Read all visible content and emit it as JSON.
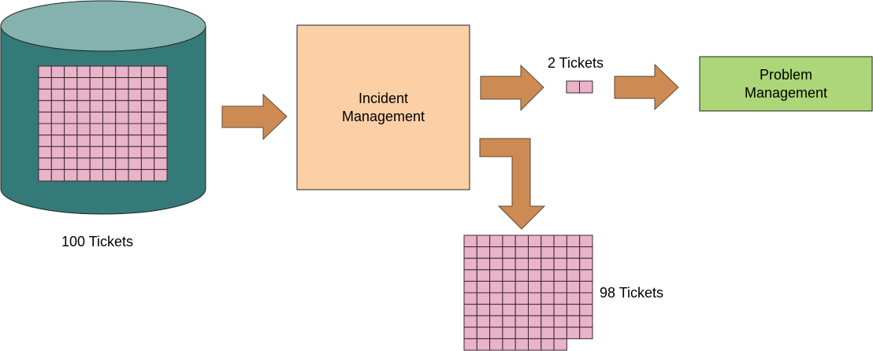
{
  "title": "Incident to Problem Management ticket flow",
  "colors": {
    "cylinder_body": "#347a78",
    "cylinder_top": "#85b2ae",
    "ticket_cell": "#e9b3c9",
    "arrow": "#cd8b53",
    "incident_box": "#fdcfa5",
    "problem_box": "#acd677"
  },
  "nodes": {
    "source": {
      "label": "100 Tickets",
      "ticket_count": 100
    },
    "incident": {
      "label_line1": "Incident",
      "label_line2": "Management"
    },
    "problem": {
      "label_line1": "Problem",
      "label_line2": "Management"
    },
    "escalated": {
      "label": "2 Tickets",
      "ticket_count": 2
    },
    "resolved": {
      "label": "98 Tickets",
      "ticket_count": 98
    }
  },
  "arrows": [
    {
      "from": "source",
      "to": "incident"
    },
    {
      "from": "incident",
      "to": "escalated"
    },
    {
      "from": "escalated",
      "to": "problem"
    },
    {
      "from": "incident",
      "to": "resolved"
    }
  ]
}
